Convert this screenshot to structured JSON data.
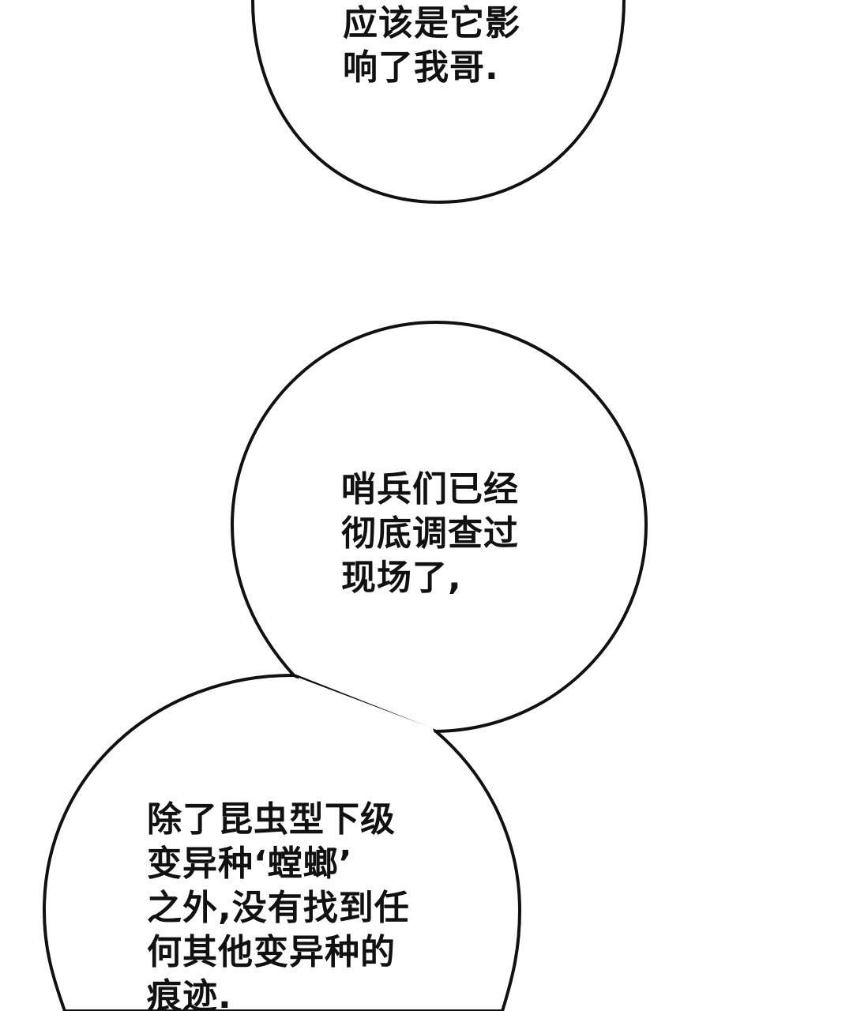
{
  "colors": {
    "background": "#ffffff",
    "bubble_fill": "#ffffff",
    "bubble_outline": "#111111",
    "text": "#111111"
  },
  "bubbles": [
    {
      "id": "bubble-1",
      "lines": [
        "应该是它影",
        "响了我哥."
      ]
    },
    {
      "id": "bubble-2",
      "lines": [
        "哨兵们已经",
        "彻底调查过",
        "现场了,"
      ]
    },
    {
      "id": "bubble-3",
      "lines": [
        "除了昆虫型下级",
        "变异种‘螳螂’",
        "之外,没有找到任",
        "何其他变异种的",
        "痕迹."
      ]
    }
  ]
}
